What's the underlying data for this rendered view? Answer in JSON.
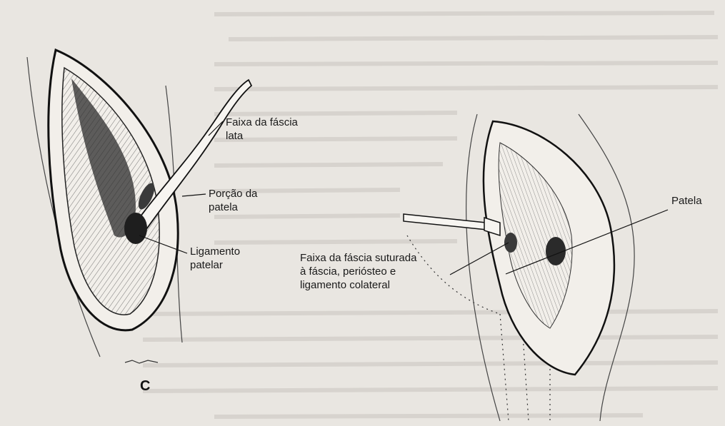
{
  "figure": {
    "left_panel": {
      "letter": "C",
      "labels": {
        "fascia_strip": "Faixa da fáscia\nlata",
        "patella_portion": "Porção da\npatela",
        "patellar_ligament": "Ligamento\npatelar"
      }
    },
    "right_panel": {
      "labels": {
        "patella": "Patela",
        "sutured_strip": "Faixa da fáscia suturada\nà fáscia, periósteo e\nligamento colateral"
      }
    }
  }
}
